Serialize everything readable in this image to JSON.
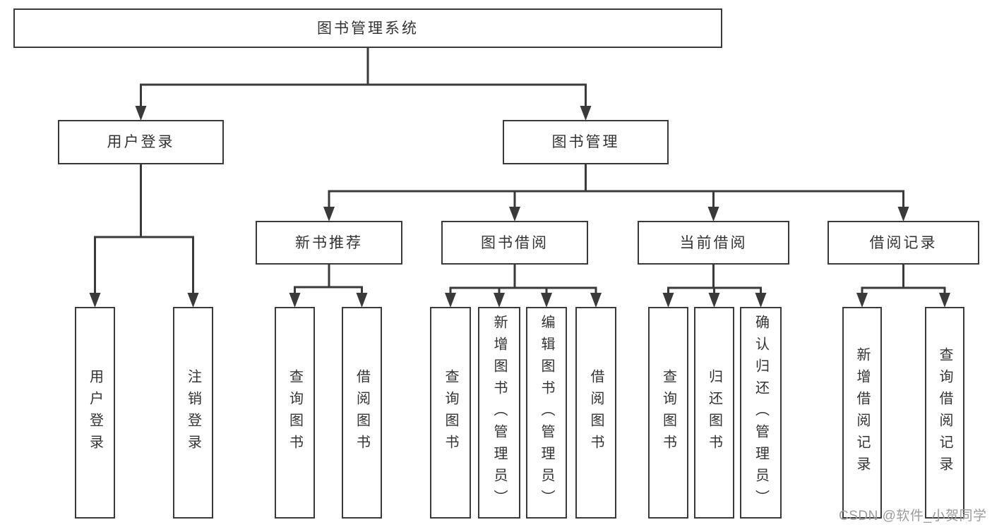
{
  "colors": {
    "line": "#3a3a3a",
    "box_border": "#3a3a3a",
    "box_background": "#ffffff",
    "text": "#333333",
    "watermark": "#9b9b9b",
    "page_background": "#ffffff"
  },
  "watermark": {
    "text": "CSDN @软件_小贺同学"
  },
  "diagram": {
    "tree": {
      "id": "system-root",
      "label": "图书管理系统",
      "orientation": "horizontal",
      "children": [
        {
          "id": "user-login",
          "label": "用户登录",
          "orientation": "horizontal",
          "children": [
            {
              "id": "user-login-leaf",
              "label": "用户登录",
              "orientation": "vertical",
              "children": []
            },
            {
              "id": "logout-leaf",
              "label": "注销登录",
              "orientation": "vertical",
              "children": []
            }
          ]
        },
        {
          "id": "book-management",
          "label": "图书管理",
          "orientation": "horizontal",
          "children": [
            {
              "id": "new-book-recommend",
              "label": "新书推荐",
              "orientation": "horizontal",
              "children": [
                {
                  "id": "nbr-query-books",
                  "label": "查询图书",
                  "orientation": "vertical",
                  "children": []
                },
                {
                  "id": "nbr-borrow-books",
                  "label": "借阅图书",
                  "orientation": "vertical",
                  "children": []
                }
              ]
            },
            {
              "id": "book-borrowing",
              "label": "图书借阅",
              "orientation": "horizontal",
              "children": [
                {
                  "id": "bb-query-books",
                  "label": "查询图书",
                  "orientation": "vertical",
                  "children": []
                },
                {
                  "id": "bb-add-books",
                  "label": "新增图书（管理员）",
                  "orientation": "vertical",
                  "children": []
                },
                {
                  "id": "bb-edit-books",
                  "label": "编辑图书（管理员）",
                  "orientation": "vertical",
                  "children": []
                },
                {
                  "id": "bb-borrow-books",
                  "label": "借阅图书",
                  "orientation": "vertical",
                  "children": []
                }
              ]
            },
            {
              "id": "current-borrowing",
              "label": "当前借阅",
              "orientation": "horizontal",
              "children": [
                {
                  "id": "cb-query-books",
                  "label": "查询图书",
                  "orientation": "vertical",
                  "children": []
                },
                {
                  "id": "cb-return-books",
                  "label": "归还图书",
                  "orientation": "vertical",
                  "children": []
                },
                {
                  "id": "cb-confirm-return",
                  "label": "确认归还（管理员）",
                  "orientation": "vertical",
                  "children": []
                }
              ]
            },
            {
              "id": "borrowing-records",
              "label": "借阅记录",
              "orientation": "horizontal",
              "children": [
                {
                  "id": "br-add-record",
                  "label": "新增借阅记录",
                  "orientation": "vertical",
                  "children": []
                },
                {
                  "id": "br-query-record",
                  "label": "查询借阅记录",
                  "orientation": "vertical",
                  "children": []
                }
              ]
            }
          ]
        }
      ]
    }
  }
}
